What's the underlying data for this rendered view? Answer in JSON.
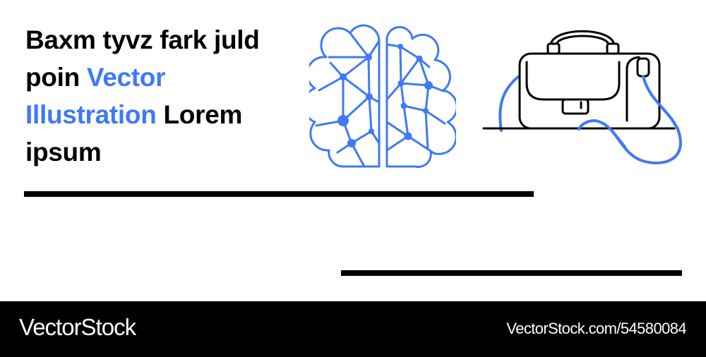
{
  "headline": {
    "segments": [
      {
        "text": "Baxm tyvz fark juld poin ",
        "style": "normal"
      },
      {
        "text": "Vector Illustration",
        "style": "accent"
      },
      {
        "text": " Lorem ipsum",
        "style": "normal"
      }
    ],
    "part1": "Baxm tyvz fark juld poin ",
    "part2": "Vector Illustration",
    "part3": " Lorem ipsum"
  },
  "illustrations": {
    "left": "brain-network-icon",
    "right": "handbag-with-cord-icon"
  },
  "colors": {
    "accent": "#3f7af5",
    "text": "#000000",
    "background": "#ffffff",
    "footer_bg": "#000000",
    "footer_text": "#ffffff"
  },
  "footer": {
    "brand": "VectorStock",
    "image_id": "VectorStock.com/54580084"
  }
}
